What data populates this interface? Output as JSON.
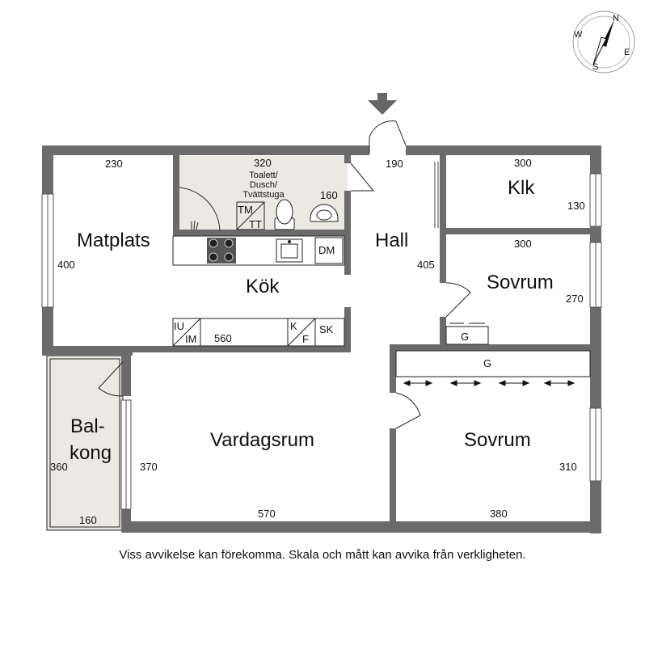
{
  "compass": {
    "n": "N",
    "s": "S",
    "e": "E",
    "w": "W"
  },
  "rooms": {
    "matplats": {
      "name": "Matplats",
      "width": "230",
      "depth": "400"
    },
    "wc": {
      "width": "320",
      "line1": "Toalett/",
      "line2": "Dusch/",
      "line3": "Tvättstuga",
      "sink_width": "160"
    },
    "kok": {
      "name": "Kök",
      "width": "560"
    },
    "hall": {
      "name": "Hall",
      "width": "190",
      "depth": "405"
    },
    "klk": {
      "name": "Klk",
      "width": "300",
      "depth": "130"
    },
    "sovrum1": {
      "name": "Sovrum",
      "width": "300",
      "depth": "270"
    },
    "sovrum2": {
      "name": "Sovrum",
      "width": "380",
      "depth": "310"
    },
    "vardagsrum": {
      "name": "Vardagsrum",
      "width": "570",
      "depth": "370"
    },
    "balkong": {
      "name_line1": "Bal-",
      "name_line2": "kong",
      "width": "160",
      "depth": "360"
    }
  },
  "fixtures": {
    "tm": "TM",
    "tt": "TT",
    "dm": "DM",
    "iu": "IU",
    "im": "IM",
    "k": "K",
    "f": "F",
    "sk": "SK",
    "g1": "G",
    "g2": "G"
  },
  "disclaimer": "Viss avvikelse kan förekomma. Skala och mått kan avvika från verkligheten."
}
